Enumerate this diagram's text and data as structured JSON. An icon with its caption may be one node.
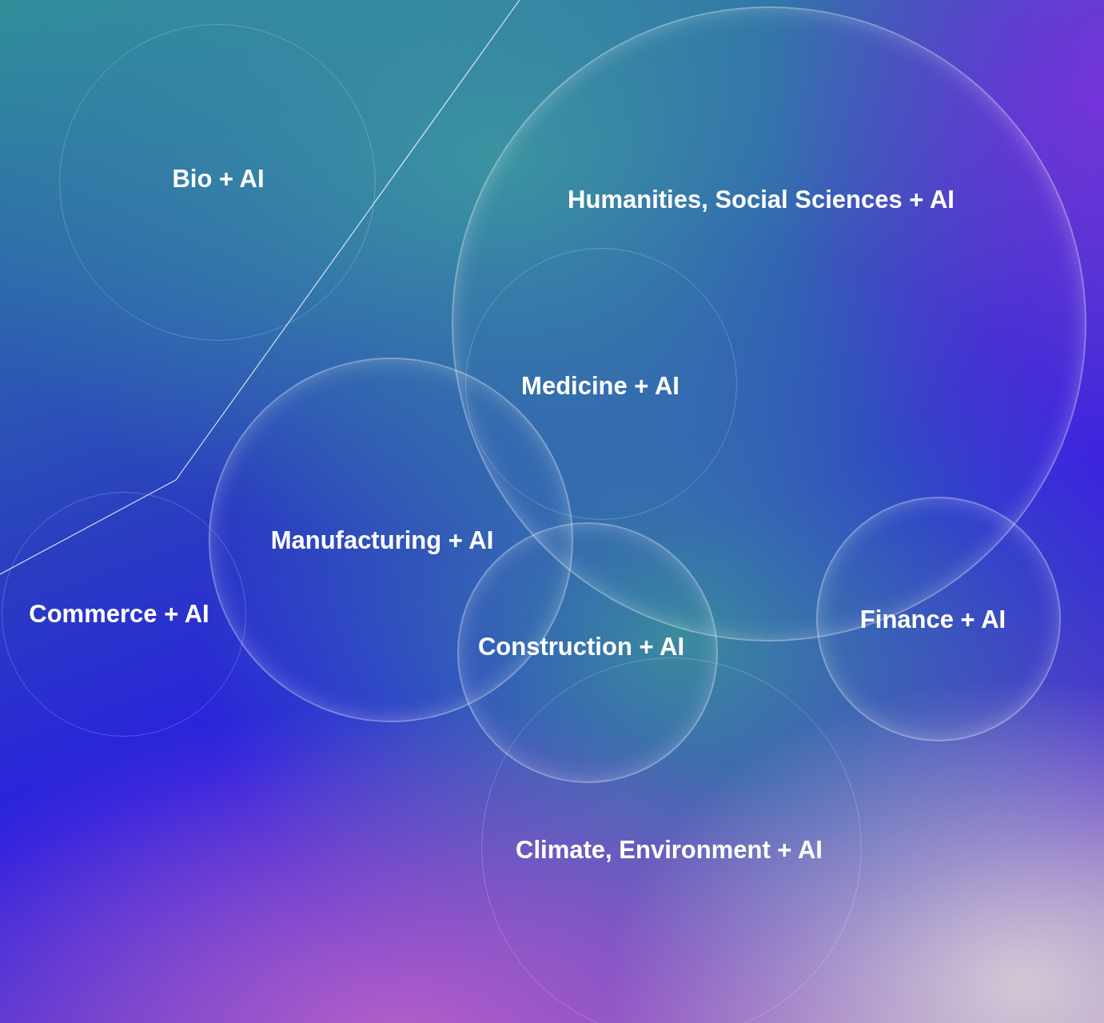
{
  "diagram": {
    "nodes": [
      {
        "text": [
          "Bio + AI"
        ]
      },
      {
        "text": [
          "Humanities, Social Sciences + AI"
        ]
      },
      {
        "text": [
          "Medicine + AI"
        ],
        "in": 1
      },
      {
        "text": [
          "Manufacturing + AI"
        ]
      },
      {
        "text": [
          "Commerce + AI"
        ]
      },
      {
        "text": [
          "Construction + AI"
        ]
      },
      {
        "text": [
          "Finance + AI"
        ]
      },
      {
        "text": [
          "Climate, Environment + AI"
        ]
      }
    ]
  }
}
